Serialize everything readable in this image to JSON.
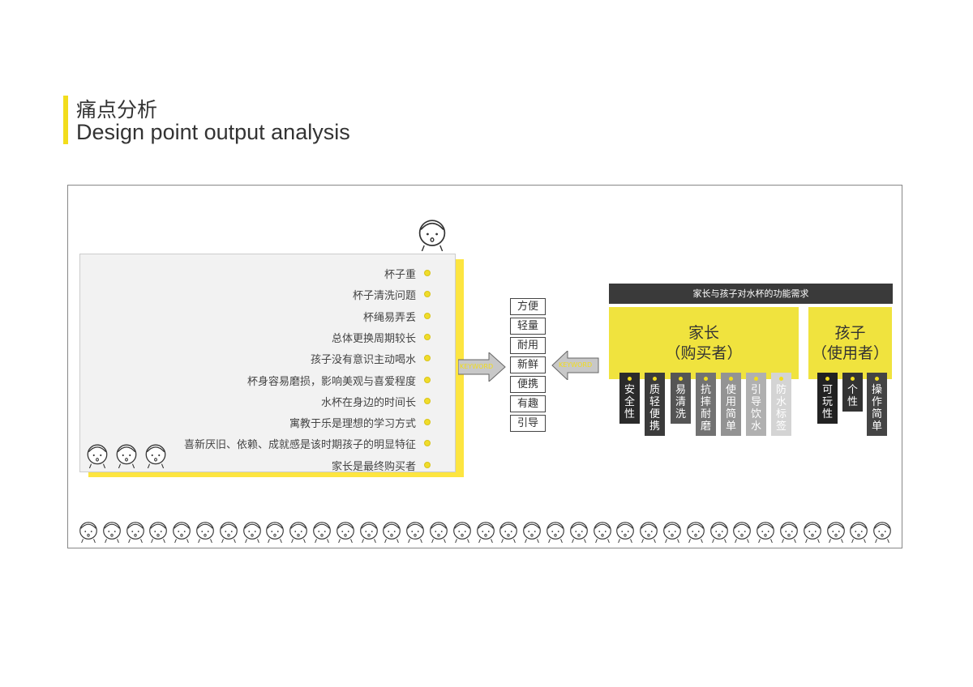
{
  "header": {
    "title_cn": "痛点分析",
    "title_en": "Design point output analysis"
  },
  "pain_points": [
    "杯子重",
    "杯子清洗问题",
    "杯绳易弄丢",
    "总体更换周期较长",
    "孩子没有意识主动喝水",
    "杯身容易磨损，影响美观与喜爱程度",
    "水杯在身边的时间长",
    "寓教于乐是理想的学习方式",
    "喜新厌旧、依赖、成就感是该时期孩子的明显特征",
    "家长是最终购买者"
  ],
  "keywords": {
    "arrow_label": "KEYWORD",
    "items": [
      "方便",
      "轻量",
      "耐用",
      "新鲜",
      "便携",
      "有趣",
      "引导"
    ]
  },
  "needs": {
    "title": "家长与孩子对水杯的功能需求",
    "parent": {
      "name": "家长",
      "role": "（购买者）",
      "tags": [
        {
          "text": "安全性",
          "color": "#2b2b2b"
        },
        {
          "text": "质轻便携",
          "color": "#3b3b3b"
        },
        {
          "text": "易清洗",
          "color": "#555555"
        },
        {
          "text": "抗摔耐磨",
          "color": "#727272"
        },
        {
          "text": "使用简单",
          "color": "#939393"
        },
        {
          "text": "引导饮水",
          "color": "#b0b0b0"
        },
        {
          "text": "防水标签",
          "color": "#d4d4d4"
        }
      ]
    },
    "child": {
      "name": "孩子",
      "role": "（使用者）",
      "tags": [
        {
          "text": "可玩性",
          "color": "#222222"
        },
        {
          "text": "个性",
          "color": "#333333"
        },
        {
          "text": "操作简单",
          "color": "#444444"
        }
      ]
    }
  },
  "colors": {
    "accent": "#f0e33e",
    "dark": "#3a3a3a"
  }
}
